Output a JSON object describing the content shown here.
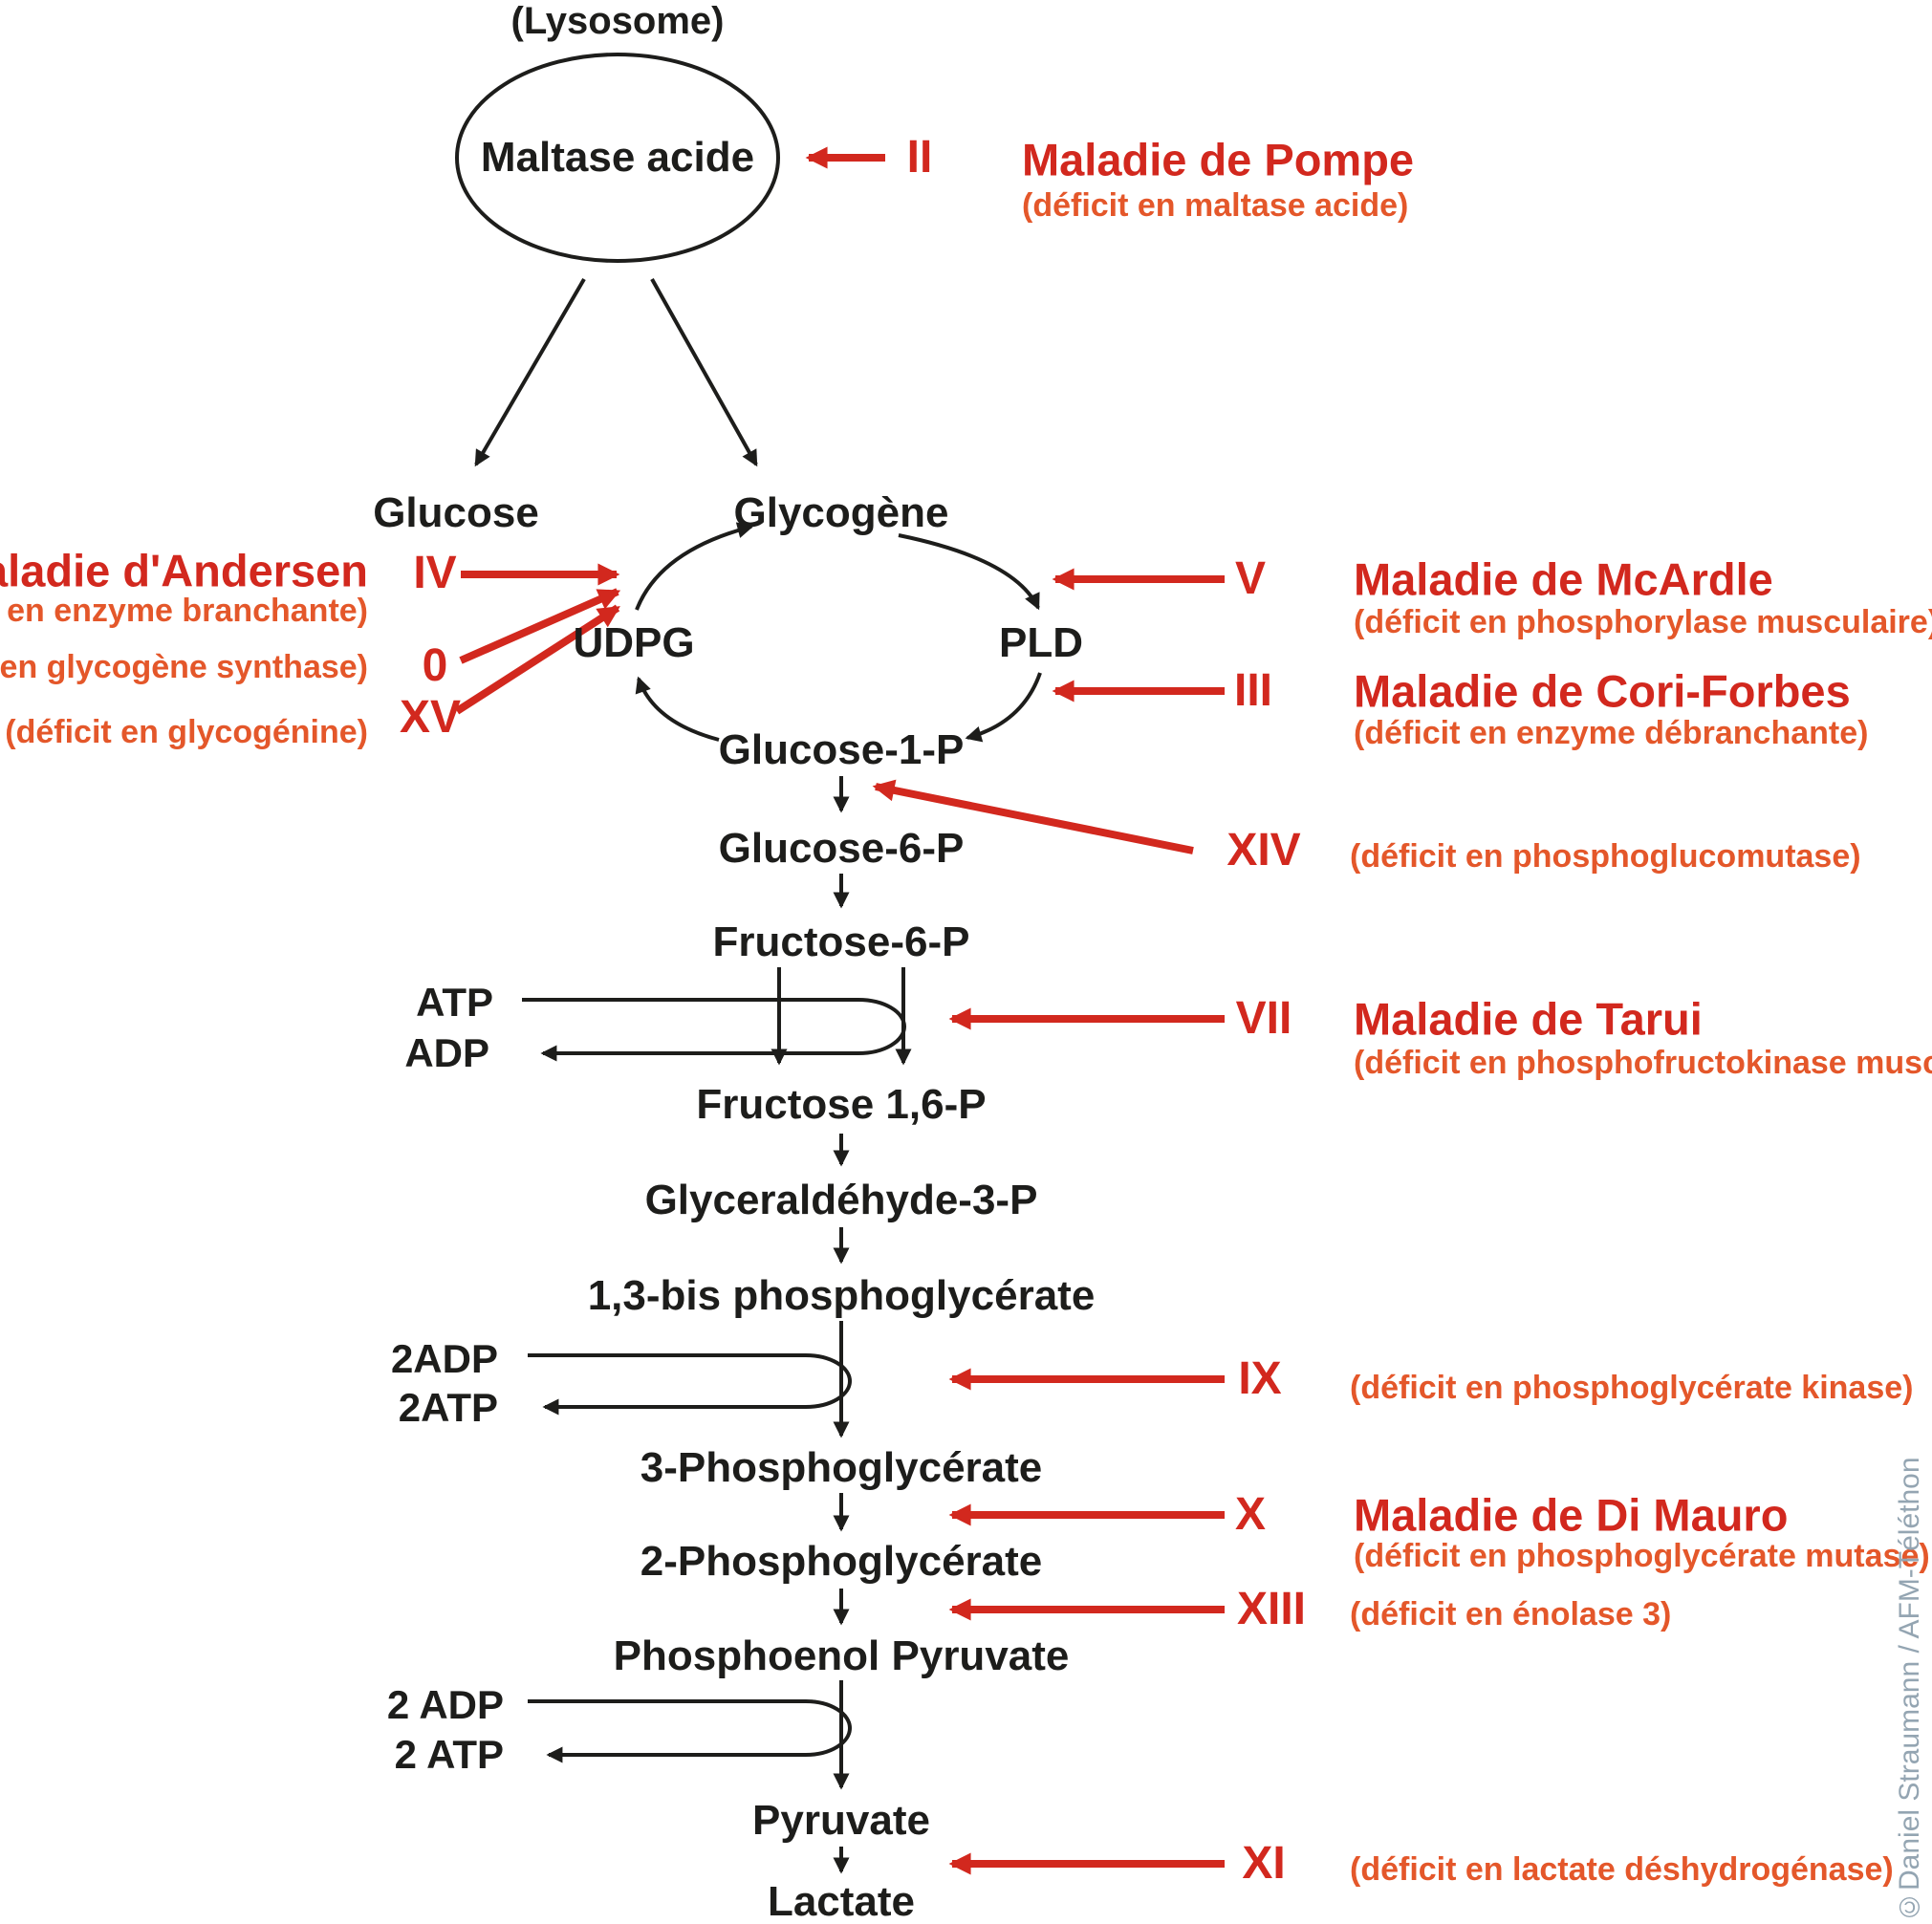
{
  "colors": {
    "ink": "#1d1d1b",
    "red": "#d2281e",
    "orange": "#e4572a",
    "credit": "#94a5b2",
    "bg": "#ffffff"
  },
  "labels": {
    "lysosome": "(Lysosome)",
    "maltase_acide": "Maltase acide"
  },
  "metabolites": {
    "glucose": "Glucose",
    "glycogene": "Glycogène",
    "udpg": "UDPG",
    "pld": "PLD",
    "glucose_1_p": "Glucose-1-P",
    "glucose_6_p": "Glucose-6-P",
    "fructose_6_p": "Fructose-6-P",
    "fructose_1_6_p": "Fructose 1,6-P",
    "glyceraldehyde_3_p": "Glyceraldéhyde-3-P",
    "bisphosphoglycerate": "1,3-bis phosphoglycérate",
    "phosphoglycerate_3": "3-Phosphoglycérate",
    "phosphoglycerate_2": "2-Phosphoglycérate",
    "phosphoenol_pyruvate": "Phosphoenol Pyruvate",
    "pyruvate": "Pyruvate",
    "lactate": "Lactate"
  },
  "cofactors": {
    "atp": "ATP",
    "adp": "ADP",
    "adp2": "2ADP",
    "atp2": "2ATP",
    "adp2_spaced": "2 ADP",
    "atp2_spaced": "2 ATP"
  },
  "diseases": {
    "pompe": {
      "numeral": "II",
      "name": "Maladie de Pompe",
      "deficit": "(déficit en maltase acide)"
    },
    "andersen": {
      "numeral": "IV",
      "name": "Maladie d'Andersen",
      "deficit": "(déficit en enzyme branchante)"
    },
    "glycogene_synthase": {
      "numeral": "0",
      "deficit": "(déficit en glycogène synthase)"
    },
    "glycogenine": {
      "numeral": "XV",
      "deficit": "(déficit en glycogénine)"
    },
    "mcardle": {
      "numeral": "V",
      "name": "Maladie de McArdle",
      "deficit": "(déficit en phosphorylase musculaire)"
    },
    "cori_forbes": {
      "numeral": "III",
      "name": "Maladie de Cori-Forbes",
      "deficit": "(déficit en enzyme débranchante)"
    },
    "phosphoglucomutase": {
      "numeral": "XIV",
      "deficit": "(déficit en phosphoglucomutase)"
    },
    "tarui": {
      "numeral": "VII",
      "name": "Maladie de Tarui",
      "deficit": "(déficit en phosphofructokinase musculaire)"
    },
    "pg_kinase": {
      "numeral": "IX",
      "deficit": "(déficit en phosphoglycérate kinase)"
    },
    "di_mauro": {
      "numeral": "X",
      "name": "Maladie de Di Mauro",
      "deficit": "(déficit en phosphoglycérate mutase)"
    },
    "enolase": {
      "numeral": "XIII",
      "deficit": "(déficit en énolase 3)"
    },
    "ldh": {
      "numeral": "XI",
      "deficit": "(déficit en lactate déshydrogénase)"
    }
  },
  "credit": "©Daniel Straumann / AFM-Téléthon"
}
